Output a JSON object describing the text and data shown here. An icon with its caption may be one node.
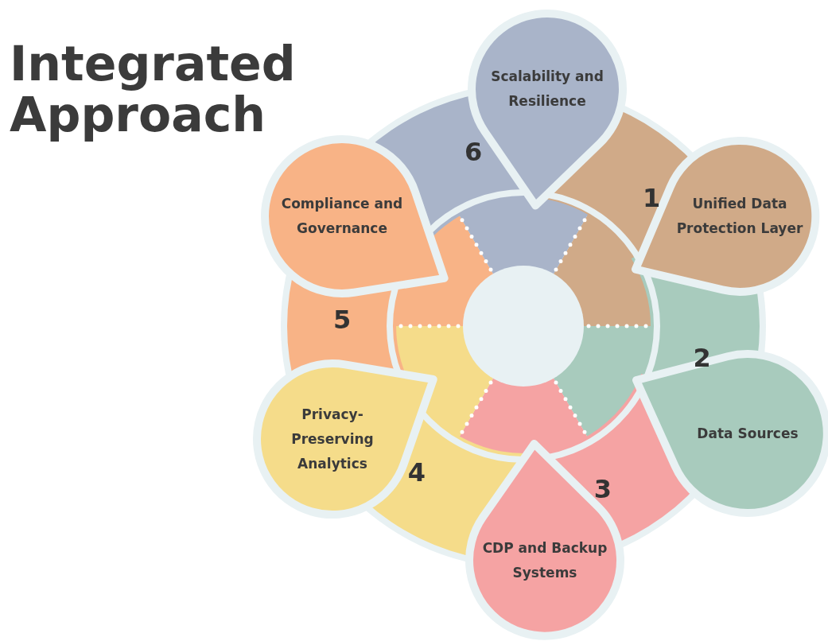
{
  "diagram": {
    "title": "Integrated Approach",
    "nodes": [
      {
        "text": [
          "Unified Data Protection Layer"
        ],
        "beside": [
          "1"
        ]
      },
      {
        "text": [
          "Data Sources"
        ],
        "beside": [
          "2"
        ]
      },
      {
        "text": [
          "CDP and Backup Systems"
        ],
        "beside": [
          "3"
        ]
      },
      {
        "text": [
          "Privacy-Preserving Analytics"
        ],
        "beside": [
          "4"
        ]
      },
      {
        "text": [
          "Compliance and Governance"
        ],
        "beside": [
          "5"
        ]
      },
      {
        "text": [
          "Scalability and Resilience"
        ],
        "beside": [
          "6"
        ]
      }
    ]
  }
}
